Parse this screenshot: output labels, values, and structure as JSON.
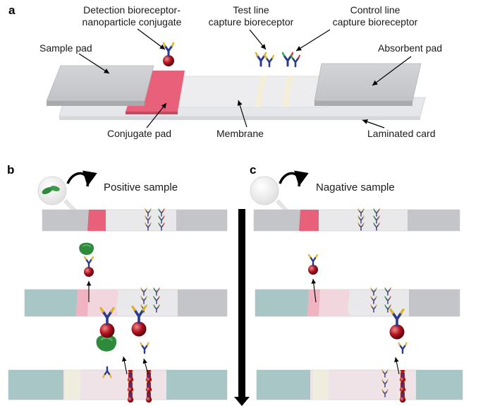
{
  "panels": {
    "a": {
      "letter": "a"
    },
    "b": {
      "letter": "b",
      "caption": "Positive sample"
    },
    "c": {
      "letter": "c",
      "caption": "Nagative sample"
    }
  },
  "labels": {
    "detection_line1": "Detection bioreceptor-",
    "detection_line2": "nanoparticle conjugate",
    "test_line1": "Test line",
    "test_line2": "capture bioreceptor",
    "control_line1": "Control line",
    "control_line2": "capture bioreceptor",
    "sample_pad": "Sample pad",
    "absorbent_pad": "Absorbent pad",
    "conjugate_pad": "Conjugate pad",
    "membrane": "Membrane",
    "laminated_card": "Laminated card"
  },
  "colors": {
    "pad_gray": "#c7c8cb",
    "pad_wet": "#a9c6c6",
    "conjugate_pink": "#e9607a",
    "membrane_pink": "#f1d6de",
    "nanoparticle_red": "#b3121f",
    "antigen_green": "#2f8a3c",
    "test_line_tint": "#f4eedb",
    "arrow_black": "#000000"
  }
}
